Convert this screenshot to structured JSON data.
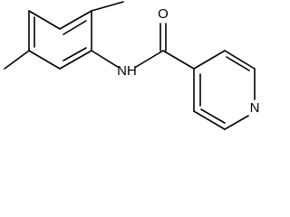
{
  "molecule": {
    "atoms": {
      "oxygen": "O",
      "amide_nitrogen_h": "NH",
      "pyridine_nitrogen": "N"
    },
    "colors": {
      "bond": "#000000",
      "label": "#000000",
      "background": "#ffffff"
    }
  }
}
